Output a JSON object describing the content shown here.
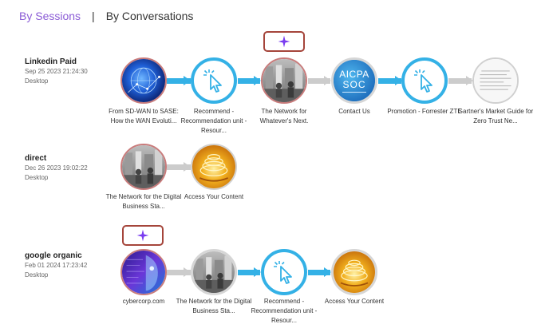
{
  "tabs": [
    {
      "label": "By Sessions",
      "active": true
    },
    {
      "label": "By Conversations",
      "active": false
    }
  ],
  "tab_separator": "|",
  "sessions": [
    {
      "source": "Linkedin Paid",
      "date": "Sep 25 2023 21:24:30",
      "device": "Desktop",
      "nodes": [
        {
          "label": "From SD-WAN to SASE: How the WAN Evoluti...",
          "thumb": "network-globe-image"
        },
        {
          "label": "Recommend - Recommendation unit - Resour...",
          "thumb": "click-icon"
        },
        {
          "label": "The Network for Whatever's Next.",
          "thumb": "office-photo"
        },
        {
          "label": "Contact Us",
          "thumb": "aicpa-soc-badge",
          "badge_line1": "AICPA",
          "badge_line2": "SOC"
        },
        {
          "label": "Promotion - Forrester ZTE",
          "thumb": "click-icon"
        },
        {
          "label": "Gartner's Market Guide for Zero Trust Ne...",
          "thumb": "document-thumbnail"
        }
      ]
    },
    {
      "source": "direct",
      "date": "Dec 26 2023 19:02:22",
      "device": "Desktop",
      "nodes": [
        {
          "label": "The Network for the Digital Business Sta...",
          "thumb": "office-photo"
        },
        {
          "label": "Access Your Content",
          "thumb": "golden-coins-image"
        }
      ]
    },
    {
      "source": "google organic",
      "date": "Feb 01 2024 17:23:42",
      "device": "Desktop",
      "nodes": [
        {
          "label": "cybercorp.com",
          "thumb": "cyber-face-image"
        },
        {
          "label": "The Network for the Digital Business Sta...",
          "thumb": "office-photo"
        },
        {
          "label": "Recommend - Recommendation unit - Resour...",
          "thumb": "click-icon"
        },
        {
          "label": "Access Your Content",
          "thumb": "golden-coins-image"
        }
      ]
    }
  ],
  "colors": {
    "accent_purple": "#8b5cd6",
    "connector_blue": "#34b1e6",
    "connector_gray": "#cccccc",
    "highlight_border": "#a5453b",
    "sparkle": "#7a3df0"
  }
}
